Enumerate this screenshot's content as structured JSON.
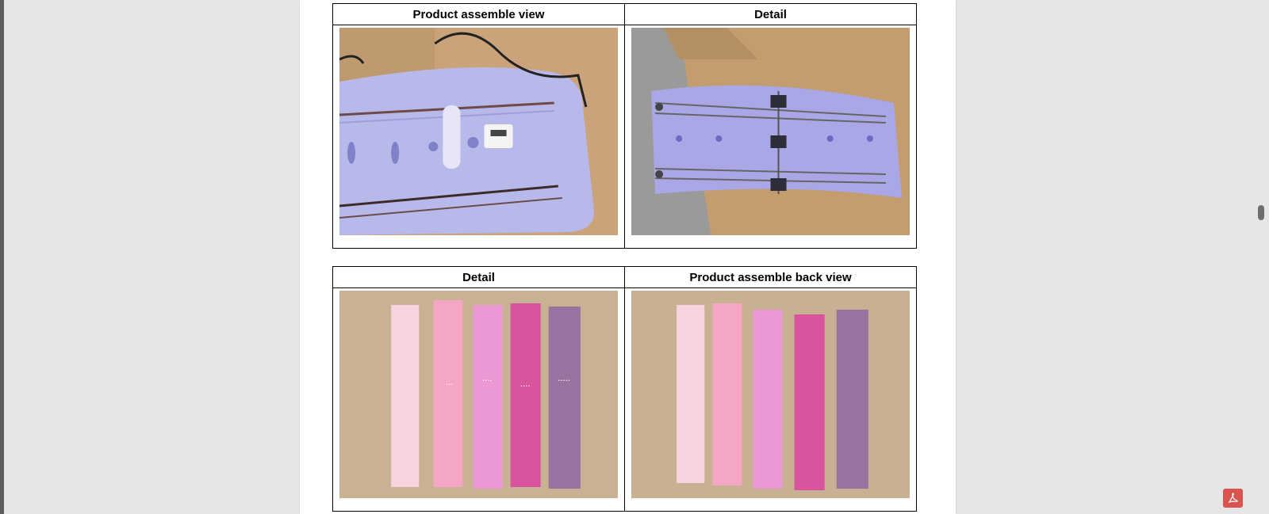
{
  "table1": {
    "header_left": "Product assemble view",
    "header_right": "Detail"
  },
  "table2": {
    "header_left": "Detail",
    "header_right": "Product assemble back view"
  },
  "icons": {
    "pdf": "adobe-pdf-icon"
  }
}
